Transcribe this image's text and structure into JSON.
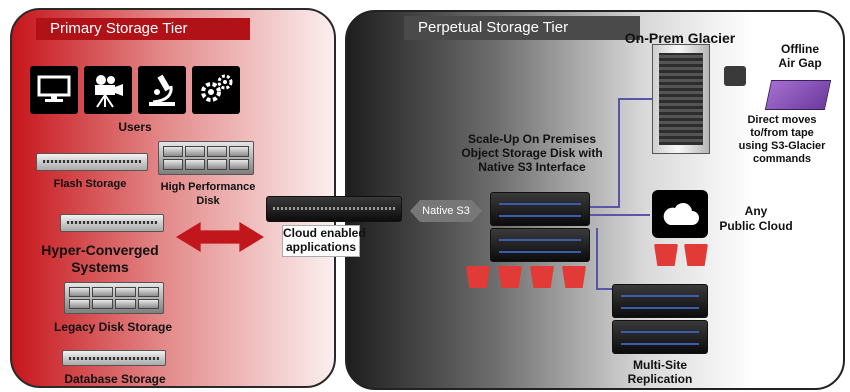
{
  "primary": {
    "title": "Primary Storage Tier",
    "icons": [
      "monitor-icon",
      "video-camera-icon",
      "microscope-icon",
      "gears-icon"
    ],
    "users_label": "Users",
    "flash_label": "Flash Storage",
    "hpd_label_1": "High Performance",
    "hpd_label_2": "Disk",
    "hcs_label_1": "Hyper-Converged",
    "hcs_label_2": "Systems",
    "legacy_label": "Legacy Disk Storage",
    "database_label": "Database Storage"
  },
  "center": {
    "cloud_app_label_1": "Cloud enabled",
    "cloud_app_label_2": "applications",
    "native_s3": "Native S3"
  },
  "perpetual": {
    "title": "Perpetual Storage Tier",
    "scaleup_1": "Scale-Up On Premises",
    "scaleup_2": "Object Storage Disk with",
    "scaleup_3": "Native S3 Interface",
    "glacier_title": "On-Prem Glacier",
    "airgap_1": "Offline",
    "airgap_2": "Air Gap",
    "tape_1": "Direct moves",
    "tape_2": "to/from tape",
    "tape_3": "using S3-Glacier",
    "tape_4": "commands",
    "cloud_1": "Any",
    "cloud_2": "Public Cloud",
    "multisite_1": "Multi-Site",
    "multisite_2": "Replication"
  },
  "colors": {
    "primary_red": "#c6161c",
    "bucket_red": "#e23a36",
    "connector_purple": "#5a55a8",
    "tape_purple": "#8a4fc0"
  }
}
